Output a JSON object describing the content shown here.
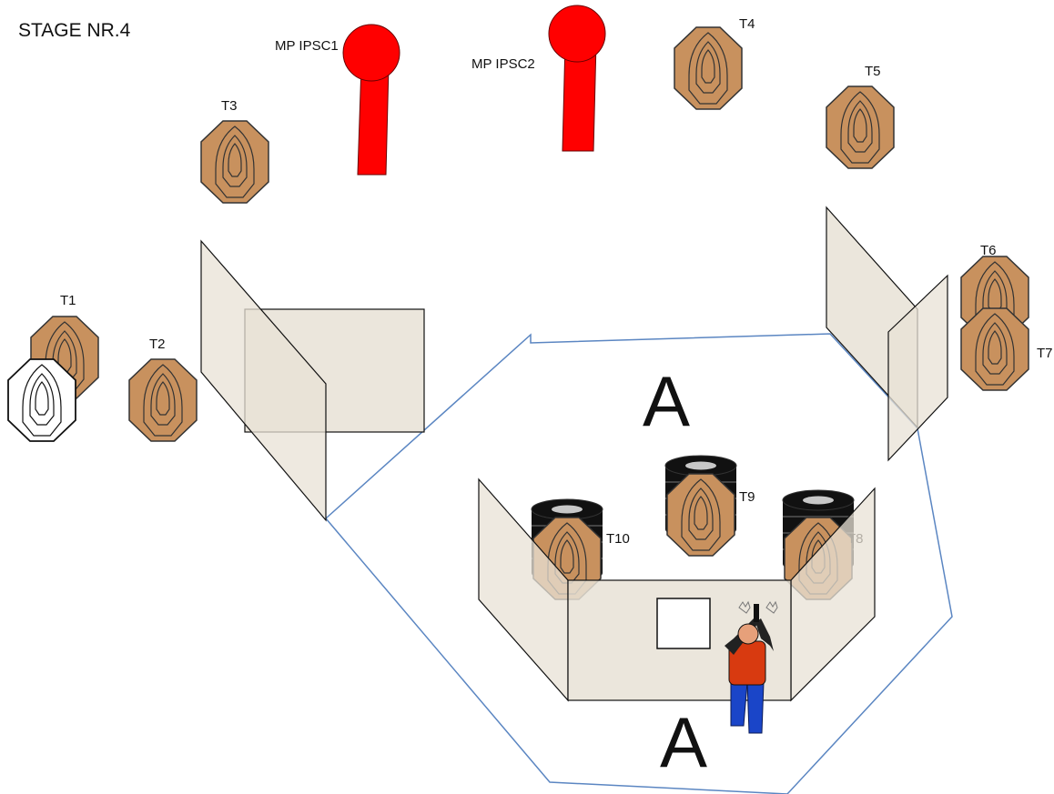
{
  "title": "STAGE NR.4",
  "targets": {
    "t1": "T1",
    "t2": "T2",
    "t3": "T3",
    "t4": "T4",
    "t5": "T5",
    "t6": "T6",
    "t7": "T7",
    "t8": "T8",
    "t9": "T9",
    "t10": "T10"
  },
  "poppers": {
    "mp1": "MP IPSC1",
    "mp2": "MP IPSC2"
  },
  "areas": {
    "upper": "A",
    "lower": "A"
  },
  "colors": {
    "target_fill": "#C8915E",
    "target_stroke": "#333333",
    "no_shoot_fill": "#ffffff",
    "popper_fill": "#ff0000",
    "wall_fill": "#e8e2d6",
    "fault_line": "#5b86c2",
    "tire": "#111111"
  }
}
